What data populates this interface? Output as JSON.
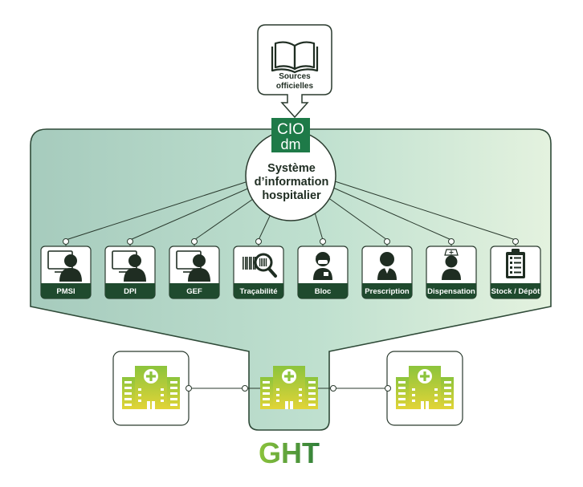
{
  "sources": {
    "label_line1": "Sources",
    "label_line2": "officielles",
    "icon": "open-book-icon"
  },
  "logo": {
    "line1": "CIO",
    "line2": "dm",
    "color": "#1e7a48"
  },
  "hub": {
    "line1": "Système",
    "line2": "d’information",
    "line3": "hospitalier"
  },
  "modules": [
    {
      "label": "PMSI",
      "icon": "user-computer-icon"
    },
    {
      "label": "DPI",
      "icon": "user-computer-icon"
    },
    {
      "label": "GEF",
      "icon": "user-computer-icon"
    },
    {
      "label": "Traçabilité",
      "icon": "barcode-magnifier-icon"
    },
    {
      "label": "Bloc",
      "icon": "surgeon-icon"
    },
    {
      "label": "Prescription",
      "icon": "doctor-icon"
    },
    {
      "label": "Dispensation",
      "icon": "nurse-icon"
    },
    {
      "label": "Stock / Dépôt",
      "icon": "clipboard-checklist-icon"
    }
  ],
  "hospitals": [
    {
      "icon": "hospital-building-icon"
    },
    {
      "icon": "hospital-building-icon"
    },
    {
      "icon": "hospital-building-icon"
    }
  ],
  "ght": {
    "label": "GHT"
  },
  "colors": {
    "dark_green": "#1f4a2e",
    "mid_green": "#2f7a3e",
    "panel_gradient_left": "#a9cdbf",
    "panel_gradient_right": "#e3f1df",
    "hospital_gradient_top": "#9cc93c",
    "hospital_gradient_bottom": "#e8d23a"
  }
}
